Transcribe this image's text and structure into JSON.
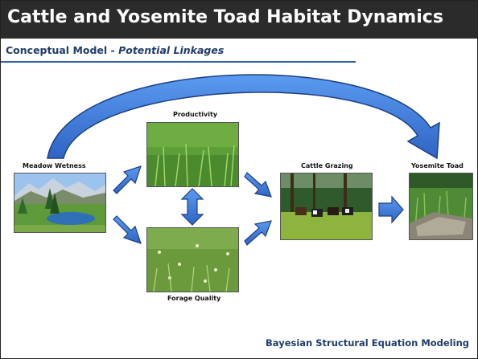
{
  "slide": {
    "title": "Cattle and Yosemite Toad Habitat Dynamics",
    "subtitle_main": "Conceptual Model - ",
    "subtitle_italic": "Potential Linkages",
    "footer": "Bayesian Structural Equation Modeling"
  },
  "nodes": {
    "meadow_wetness": "Meadow Wetness",
    "productivity": "Productivity",
    "forage_quality": "Forage Quality",
    "cattle_grazing": "Cattle Grazing",
    "yosemite_toad": "Yosemite Toad"
  },
  "colors": {
    "title_bar": "#2b2b2b",
    "accent_text": "#1f3c6b",
    "arrow_fill": "#3a78d8",
    "arrow_stroke": "#1c3f86"
  }
}
